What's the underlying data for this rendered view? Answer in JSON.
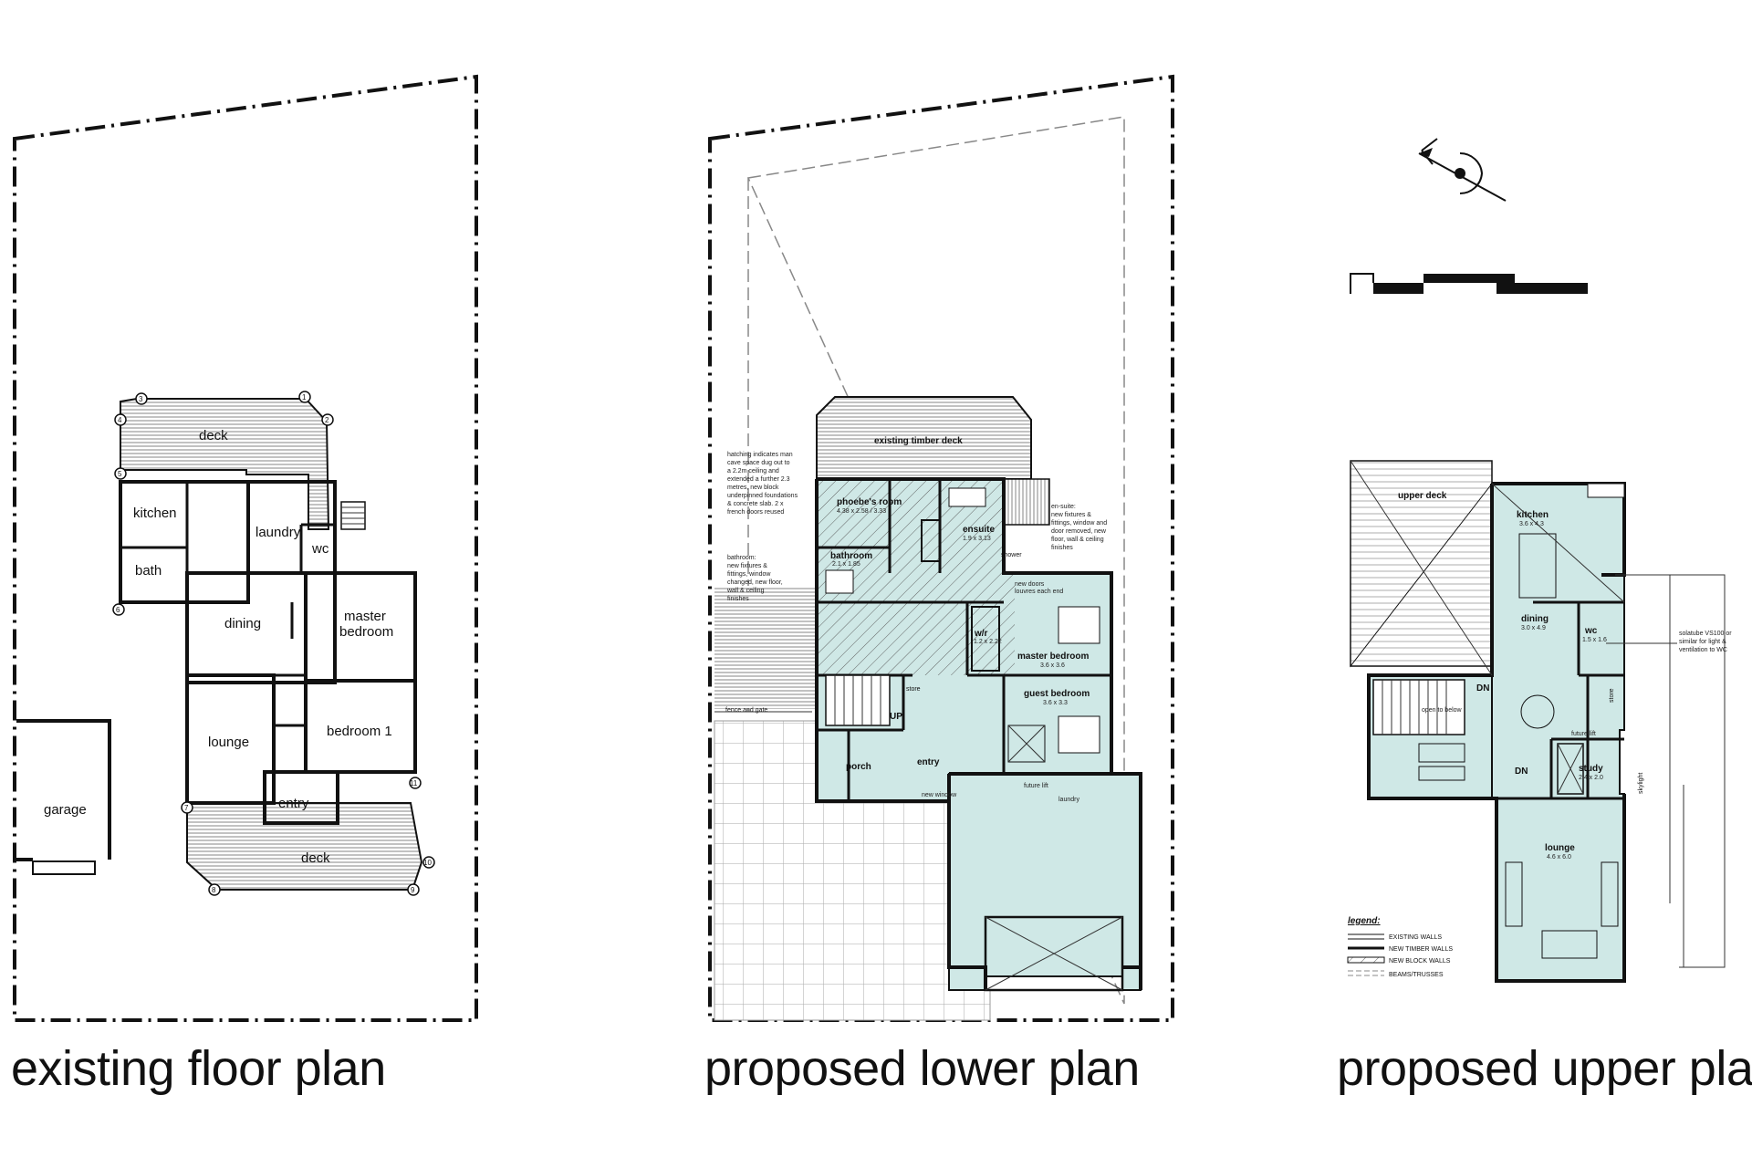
{
  "titles": {
    "existing": "existing floor plan",
    "lower": "proposed lower plan",
    "upper": "proposed upper plan"
  },
  "existing_plan": {
    "rooms": {
      "deck_top": "deck",
      "kitchen": "kitchen",
      "laundry": "laundry",
      "wc": "wc",
      "bath": "bath",
      "dining": "dining",
      "master_bedroom_l1": "master",
      "master_bedroom_l2": "bedroom",
      "lounge": "lounge",
      "bedroom1": "bedroom 1",
      "entry": "entry",
      "garage": "garage",
      "deck_bottom": "deck"
    },
    "markers": [
      "1",
      "2",
      "3",
      "4",
      "5",
      "6",
      "7",
      "8",
      "9",
      "10",
      "11"
    ]
  },
  "lower_plan": {
    "rooms": {
      "existing_deck": "existing timber deck",
      "phoebes_room": "phoebe's room",
      "phoebes_dim": "4.38 x 2.58 / 3.33",
      "ensuite": "ensuite",
      "ensuite_dim": "1.9 x 3.13",
      "shower": "shower",
      "bathroom": "bathroom",
      "bathroom_dim": "2.1 x 1.85",
      "wir": "w/r",
      "wir_dim": "1.2 x 2.22",
      "master_bedroom": "master bedroom",
      "master_dim": "3.6 x 3.6",
      "guest_bedroom": "guest bedroom",
      "guest_dim": "3.6 x 3.3",
      "store": "store",
      "up": "UP",
      "entry": "entry",
      "porch": "porch",
      "new_window": "new window",
      "future_lift": "future lift",
      "laundry": "laundry",
      "fence_gate": "fence and gate",
      "new_doors_l1": "new doors",
      "new_doors_l2": "louvres each end"
    },
    "notes": {
      "hatching": [
        "hatching indicates man",
        "cave space dug out to",
        "a 2.2m ceiling and",
        "extended a further 2.3",
        "metres, new block",
        "underpinned foundations",
        "& concrete slab. 2 x",
        "french doors reused"
      ],
      "bathroom": [
        "bathroom:",
        "new fixtures &",
        "fittings, window",
        "changed, new floor,",
        "wall & ceiling",
        "finishes"
      ],
      "ensuite": [
        "en-suite:",
        "new fixtures &",
        "fittings, window and",
        "door removed, new",
        "floor, wall & ceiling",
        "finishes"
      ]
    }
  },
  "upper_plan": {
    "rooms": {
      "upper_deck": "upper deck",
      "kitchen": "kitchen",
      "kitchen_dim": "3.6 x 4.3",
      "dining": "dining",
      "dining_dim": "3.0 x 4.9",
      "wc": "wc",
      "wc_dim": "1.5 x 1.6",
      "store": "store",
      "dn1": "DN",
      "open_below": "open to below",
      "dn2": "DN",
      "future_lift": "future lift",
      "study": "study",
      "study_dim": "2.4 x 2.0",
      "lounge": "lounge",
      "lounge_dim": "4.6 x 6.0",
      "skylight": "skylight"
    },
    "solatube_note": [
      "solatube VS100 or",
      "similar for light &",
      "ventilation to WC"
    ],
    "legend": {
      "title": "legend:",
      "items": [
        "EXISTING WALLS",
        "NEW TIMBER WALLS",
        "NEW BLOCK WALLS",
        "BEAMS/TRUSSES"
      ]
    }
  },
  "colors": {
    "new_room_fill": "#cfe8e6",
    "line": "#111111"
  }
}
